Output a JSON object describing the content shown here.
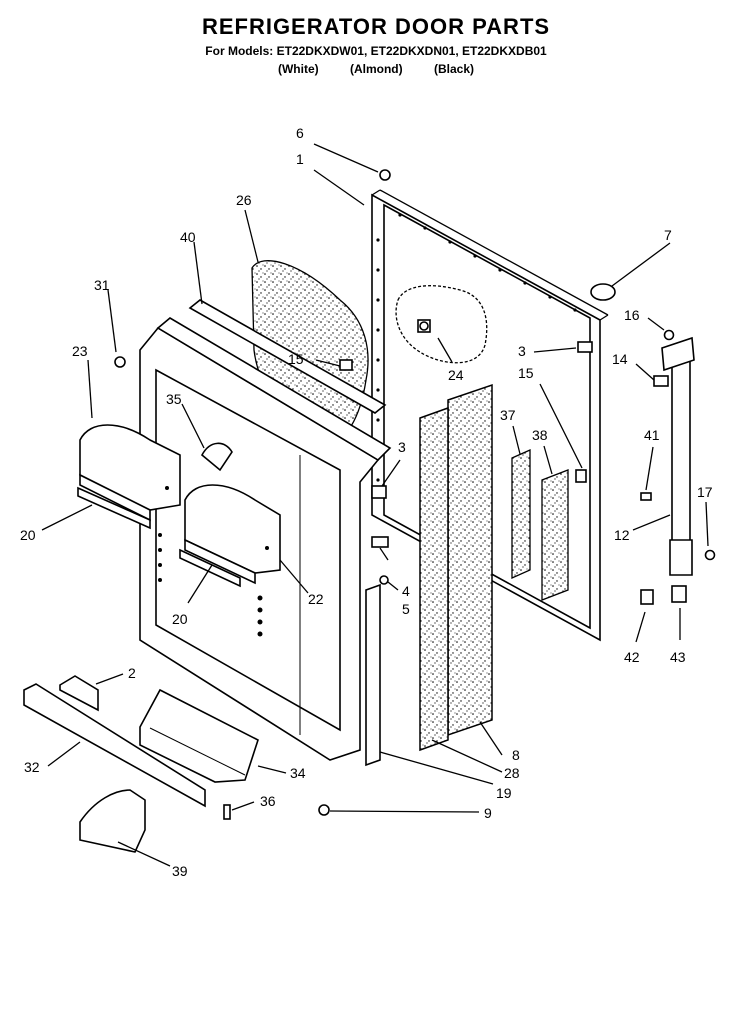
{
  "title": "REFRIGERATOR DOOR PARTS",
  "models_line": "For Models: ET22DKXDW01, ET22DKXDN01, ET22DKXDB01",
  "colors": [
    "(White)",
    "(Almond)",
    "(Black)"
  ],
  "callouts": {
    "c1": "1",
    "c2": "2",
    "c3a": "3",
    "c3b": "3",
    "c4": "4",
    "c5": "5",
    "c6": "6",
    "c7": "7",
    "c8": "8",
    "c9": "9",
    "c12": "12",
    "c14": "14",
    "c15a": "15",
    "c15b": "15",
    "c16": "16",
    "c17": "17",
    "c19": "19",
    "c20a": "20",
    "c20b": "20",
    "c22": "22",
    "c23": "23",
    "c24": "24",
    "c26": "26",
    "c28": "28",
    "c31": "31",
    "c32": "32",
    "c34": "34",
    "c35": "35",
    "c36": "36",
    "c37": "37",
    "c38": "38",
    "c39": "39",
    "c40": "40",
    "c41": "41",
    "c42": "42",
    "c43": "43"
  }
}
